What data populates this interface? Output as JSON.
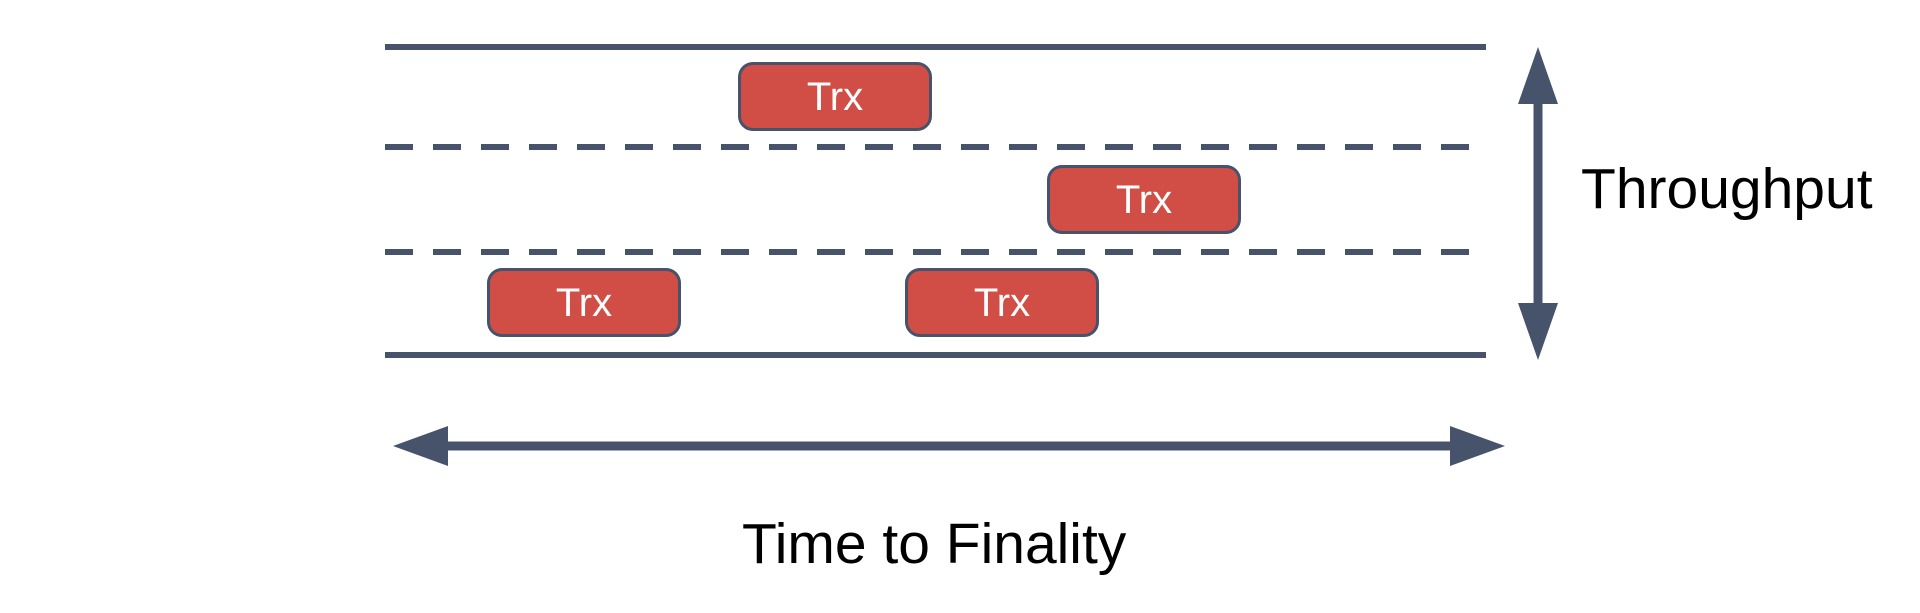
{
  "diagram": {
    "type": "concept-diagram",
    "subject": "road-lanes metaphor for blockchain transactions",
    "labels": {
      "throughput": "Throughput",
      "time_to_finality": "Time to Finality"
    },
    "lane_count": 3,
    "transactions": [
      {
        "label": "Trx",
        "lane": 1
      },
      {
        "label": "Trx",
        "lane": 2
      },
      {
        "label": "Trx",
        "lane": 3
      },
      {
        "label": "Trx",
        "lane": 3
      }
    ],
    "colors": {
      "road_line": "#47536B",
      "arrow": "#47536B",
      "trx_fill": "#D04E45",
      "trx_border": "#47536B",
      "trx_text": "#FFFFFF",
      "label_text": "#000000",
      "background": "#FFFFFF"
    }
  }
}
